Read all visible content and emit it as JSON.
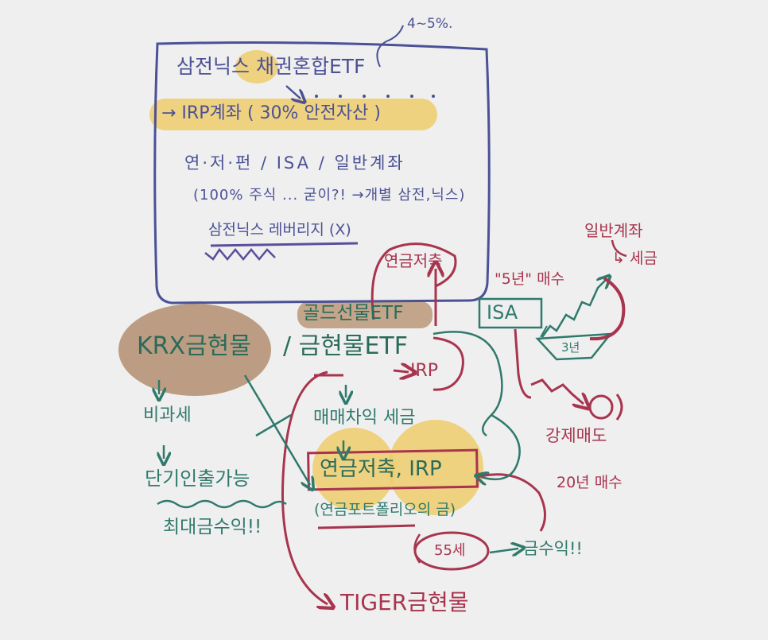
{
  "colors": {
    "background": "#efefef",
    "blue": "#4b5196",
    "red": "#a8344e",
    "green": "#2f7a6c",
    "dark_green": "#2a6b5a",
    "yellow_highlight": "#efcd6b",
    "brown_highlight": "#b8987c"
  },
  "top_box": {
    "note": "4~5%.",
    "line1": "삼전닉스 채권혼합ETF",
    "line2": "→ IRP계좌 ( 30% 안전자산 )",
    "line3": "연·저·펀 / ISA / 일반계좌",
    "line4": "(100% 주식 ... 굳이?! →개별 삼전,닉스)",
    "line5": "삼전닉스 레버리지 (X)"
  },
  "gold": {
    "futures": "골드선물ETF",
    "krx": "KRX금현물",
    "etf": "/ 금현물ETF",
    "pension_savings": "연금저축",
    "irp": "IRP"
  },
  "krx_branch": {
    "tax_free": "비과세",
    "withdraw": "단기인출가능",
    "max_return": "최대금수익!!"
  },
  "etf_branch": {
    "tax": "매매차익 세금",
    "accounts": "연금저축, IRP",
    "portfolio": "(연금포트폴리오의 금)",
    "age": "55세",
    "gold_return": "금수익!!",
    "buy_20y": "20년 매수",
    "tiger": "TIGER금현물"
  },
  "isa": {
    "buy_5y": "\"5년\" 매수",
    "label": "ISA",
    "hold": "3년",
    "forced_sale": "강제매도"
  },
  "general_account": {
    "label": "일반계좌",
    "tax": "↳ 세금"
  }
}
